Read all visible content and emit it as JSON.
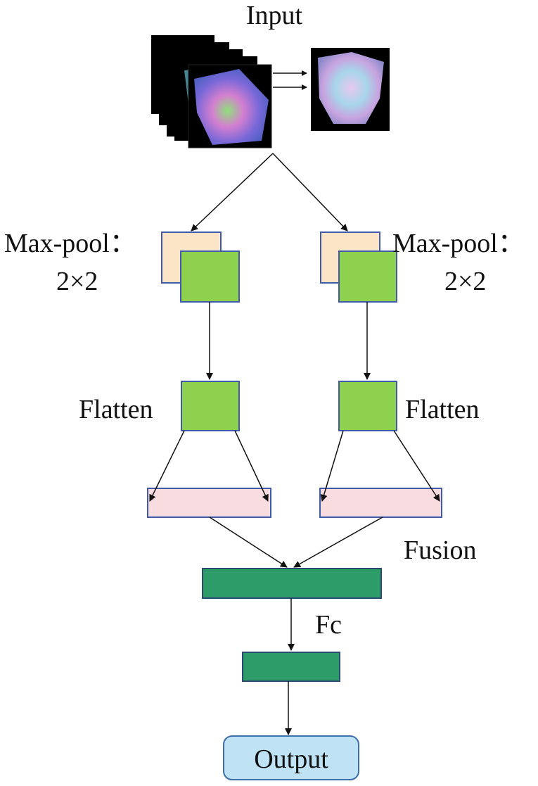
{
  "labels": {
    "input": "Input",
    "maxpool_left_name": "Max-pool：",
    "maxpool_left_size": "2×2",
    "maxpool_right_name": "Max-pool：",
    "maxpool_right_size": "2×2",
    "flatten_left": "Flatten",
    "flatten_right": "Flatten",
    "fusion": "Fusion",
    "fc": "Fc",
    "output": "Output"
  },
  "colors": {
    "pool_back": "#fce4c6",
    "pool_front": "#8ed14f",
    "flatten_box": "#8ed14f",
    "feature_vector": "#f9dce0",
    "fusion_bar": "#2e9c68",
    "fc_bar": "#2e9c68",
    "output_box": "#bfe3f5",
    "box_border": "#3f5aa8"
  }
}
